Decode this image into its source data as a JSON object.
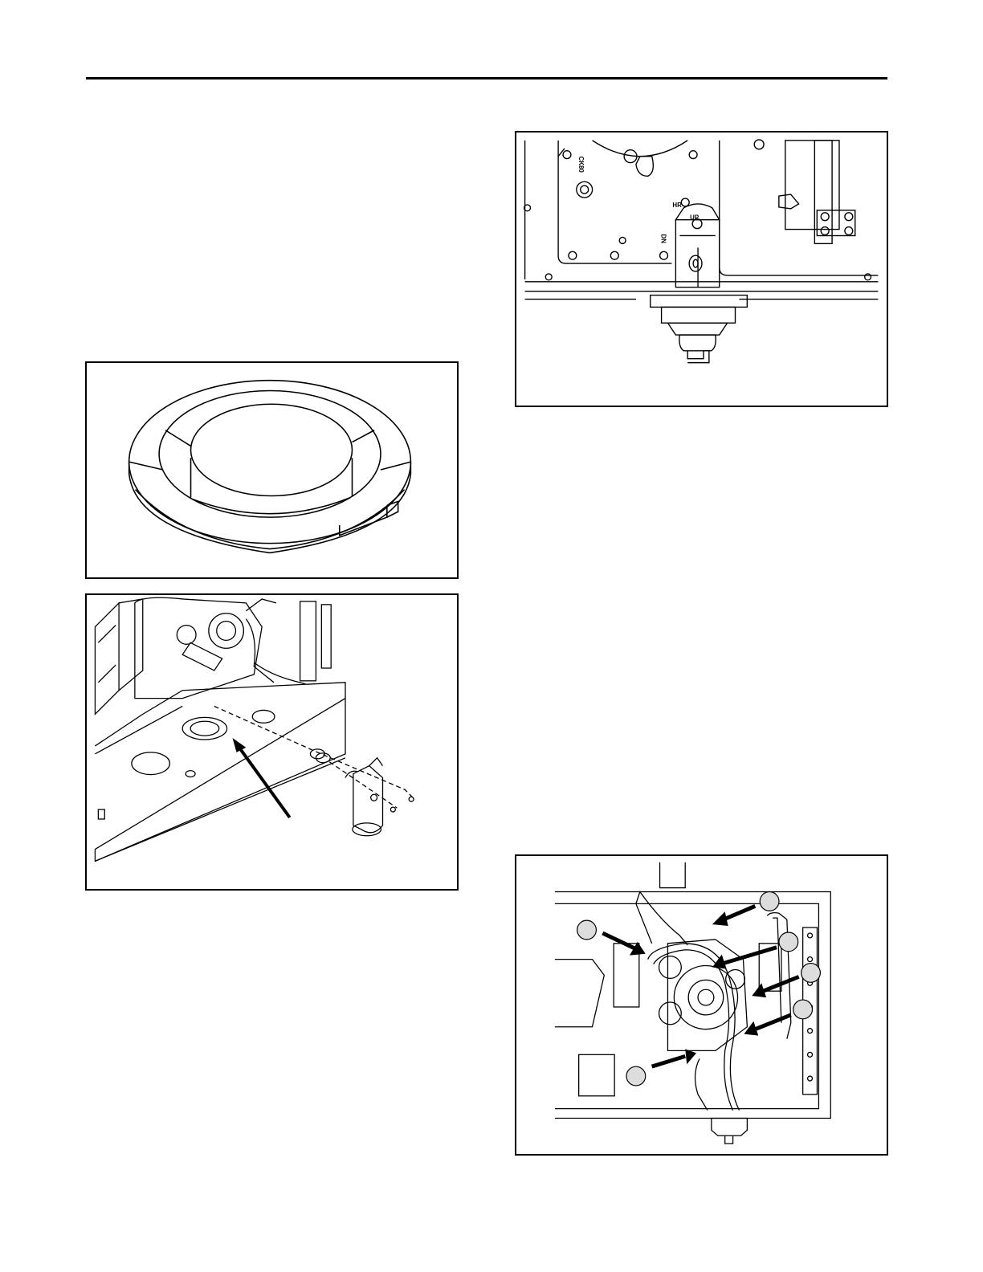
{
  "figures": {
    "trap_assembly": {
      "labels": [
        "HR",
        "UP",
        "DN",
        "CK80"
      ]
    },
    "callouts": {
      "callout_count": 7
    }
  }
}
